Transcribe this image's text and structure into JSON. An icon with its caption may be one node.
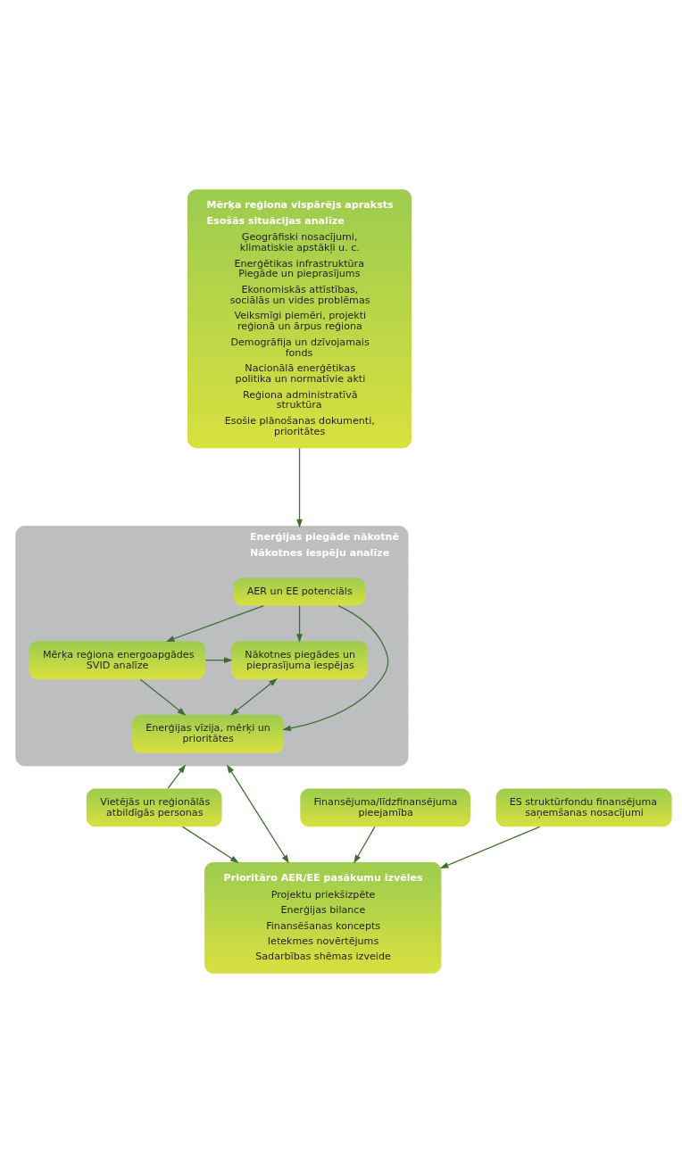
{
  "diagram": {
    "nodes": [
      {
        "text": [
          "Mērķa reģiona vispārējs apraksts",
          "Esošās situācijas analīze",
          "Ģeogrāfiski nosacījumi, klimatiskie apstākļi u. c.",
          "Enerģētikas infrastruktūra Piegāde un pieprasījums",
          "Ekonomiskās attīstības, sociālās un vides problēmas",
          "Veiksmīgi piemēri, projekti reģionā un ārpus reģiona",
          "Demogrāfija un dzīvojamais fonds",
          "Nacionālā enerģētikas politika un normatīvie akti",
          "Reģiona administratīvā struktūra",
          "Esošie plānošanas dokumenti, prioritātes"
        ]
      },
      {
        "text": [
          "Enerģijas piegāde nākotnē",
          "Nākotnes iespēju analīze"
        ]
      },
      {
        "text": [
          "AER un EE potenciāls"
        ],
        "in": 1
      },
      {
        "text": [
          "Mērķa reģiona energoapgādes SVID analīze"
        ],
        "in": 1
      },
      {
        "text": [
          "Nākotnes piegādes un pieprasījuma iespējas"
        ],
        "in": 1
      },
      {
        "text": [
          "Enerģijas vīzija, mērķi un prioritātes"
        ],
        "in": 1
      },
      {
        "text": [
          "Vietējās un reģionālās atbildīgās personas"
        ]
      },
      {
        "text": [
          "Finansējuma/līdzfinansējuma pieejamība"
        ]
      },
      {
        "text": [
          "ES struktūrfondu finansējuma saņemšanas nosacījumi"
        ]
      },
      {
        "text": [
          "Prioritāro AER/EE pasākumu izvēles",
          "Projektu priekšizpēte",
          "Enerģijas bilance",
          "Finansēšanas koncepts",
          "Ietekmes novērtējums",
          "Sadarbības shēmas izveide"
        ]
      }
    ],
    "edges": [
      {
        "from": 0,
        "to": 1,
        "arrow": "to"
      },
      {
        "from": 2,
        "to": 3,
        "arrow": "to"
      },
      {
        "from": 2,
        "to": 4,
        "arrow": "to"
      },
      {
        "from": 2,
        "to": 5,
        "arrow": "to"
      },
      {
        "from": 3,
        "to": 4,
        "arrow": "to"
      },
      {
        "from": 3,
        "to": 5,
        "arrow": "to"
      },
      {
        "from": 5,
        "to": 4,
        "arrow": "both"
      },
      {
        "from": 6,
        "to": 1,
        "arrow": "to"
      },
      {
        "from": 6,
        "to": 9,
        "arrow": "to"
      },
      {
        "from": 1,
        "to": 9,
        "arrow": "both"
      },
      {
        "from": 7,
        "to": 9,
        "arrow": "to"
      },
      {
        "from": 8,
        "to": 9,
        "arrow": "to"
      }
    ]
  }
}
